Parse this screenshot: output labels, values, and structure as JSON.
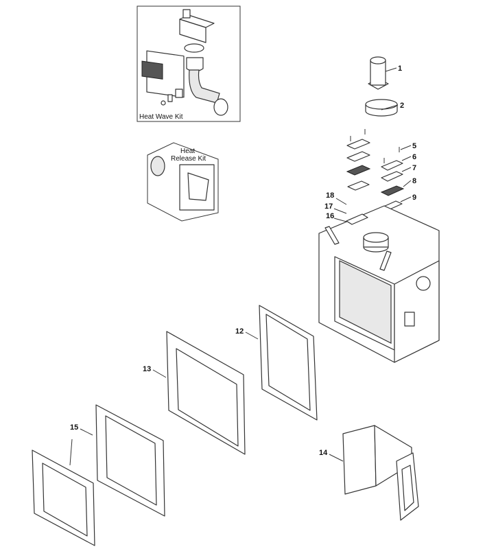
{
  "kits": {
    "heat_wave": "Heat Wave Kit",
    "heat_release_line1": "Heat",
    "heat_release_line2": "Release Kit"
  },
  "callouts": [
    "1",
    "2",
    "5",
    "6",
    "7",
    "8",
    "9",
    "18",
    "17",
    "16",
    "12",
    "13",
    "15",
    "14"
  ]
}
